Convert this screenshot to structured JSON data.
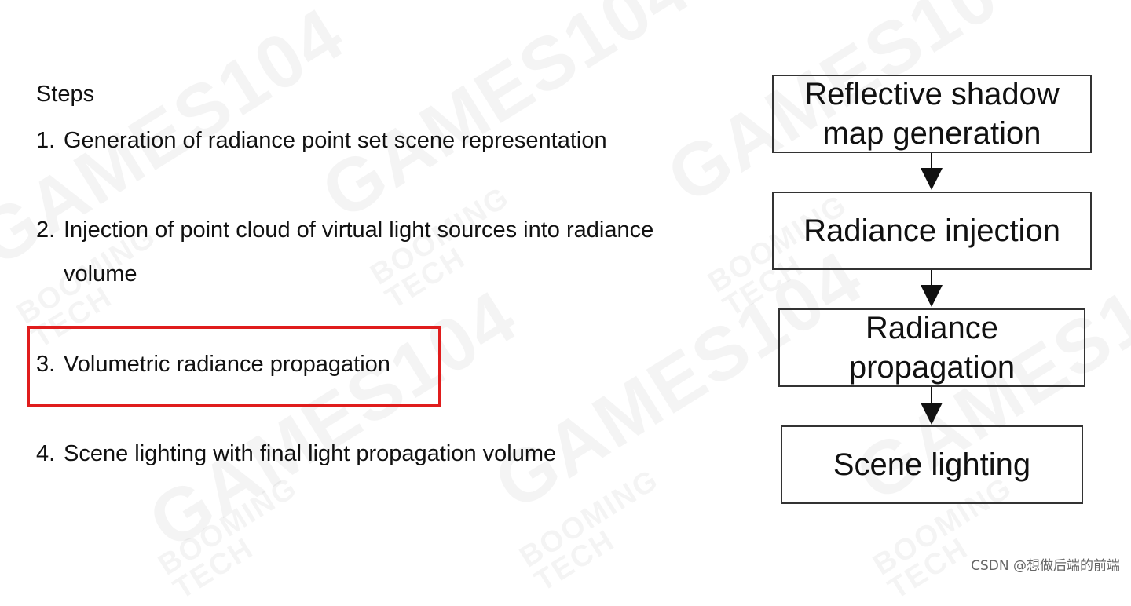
{
  "steps": {
    "title": "Steps",
    "items": [
      {
        "number": "1.",
        "text": "Generation of radiance point set scene representation"
      },
      {
        "number": "2.",
        "text_line1": "Injection of point cloud of virtual light sources into radiance",
        "text_line2": "volume"
      },
      {
        "number": "3.",
        "text": "Volumetric radiance propagation"
      },
      {
        "number": "4.",
        "text": "Scene lighting with final light propagation volume"
      }
    ],
    "highlight_color": "#e01c1c"
  },
  "flowchart": {
    "boxes": [
      {
        "line1": "Reflective shadow",
        "line2": "map generation"
      },
      {
        "line1": "Radiance injection"
      },
      {
        "line1": "Radiance",
        "line2": "propagation"
      },
      {
        "line1": "Scene lighting"
      }
    ]
  },
  "watermark": {
    "brand": "GAMES104",
    "sub_line1": "BOOMING",
    "sub_line2": "TECH"
  },
  "credit": "CSDN @想做后端的前端"
}
